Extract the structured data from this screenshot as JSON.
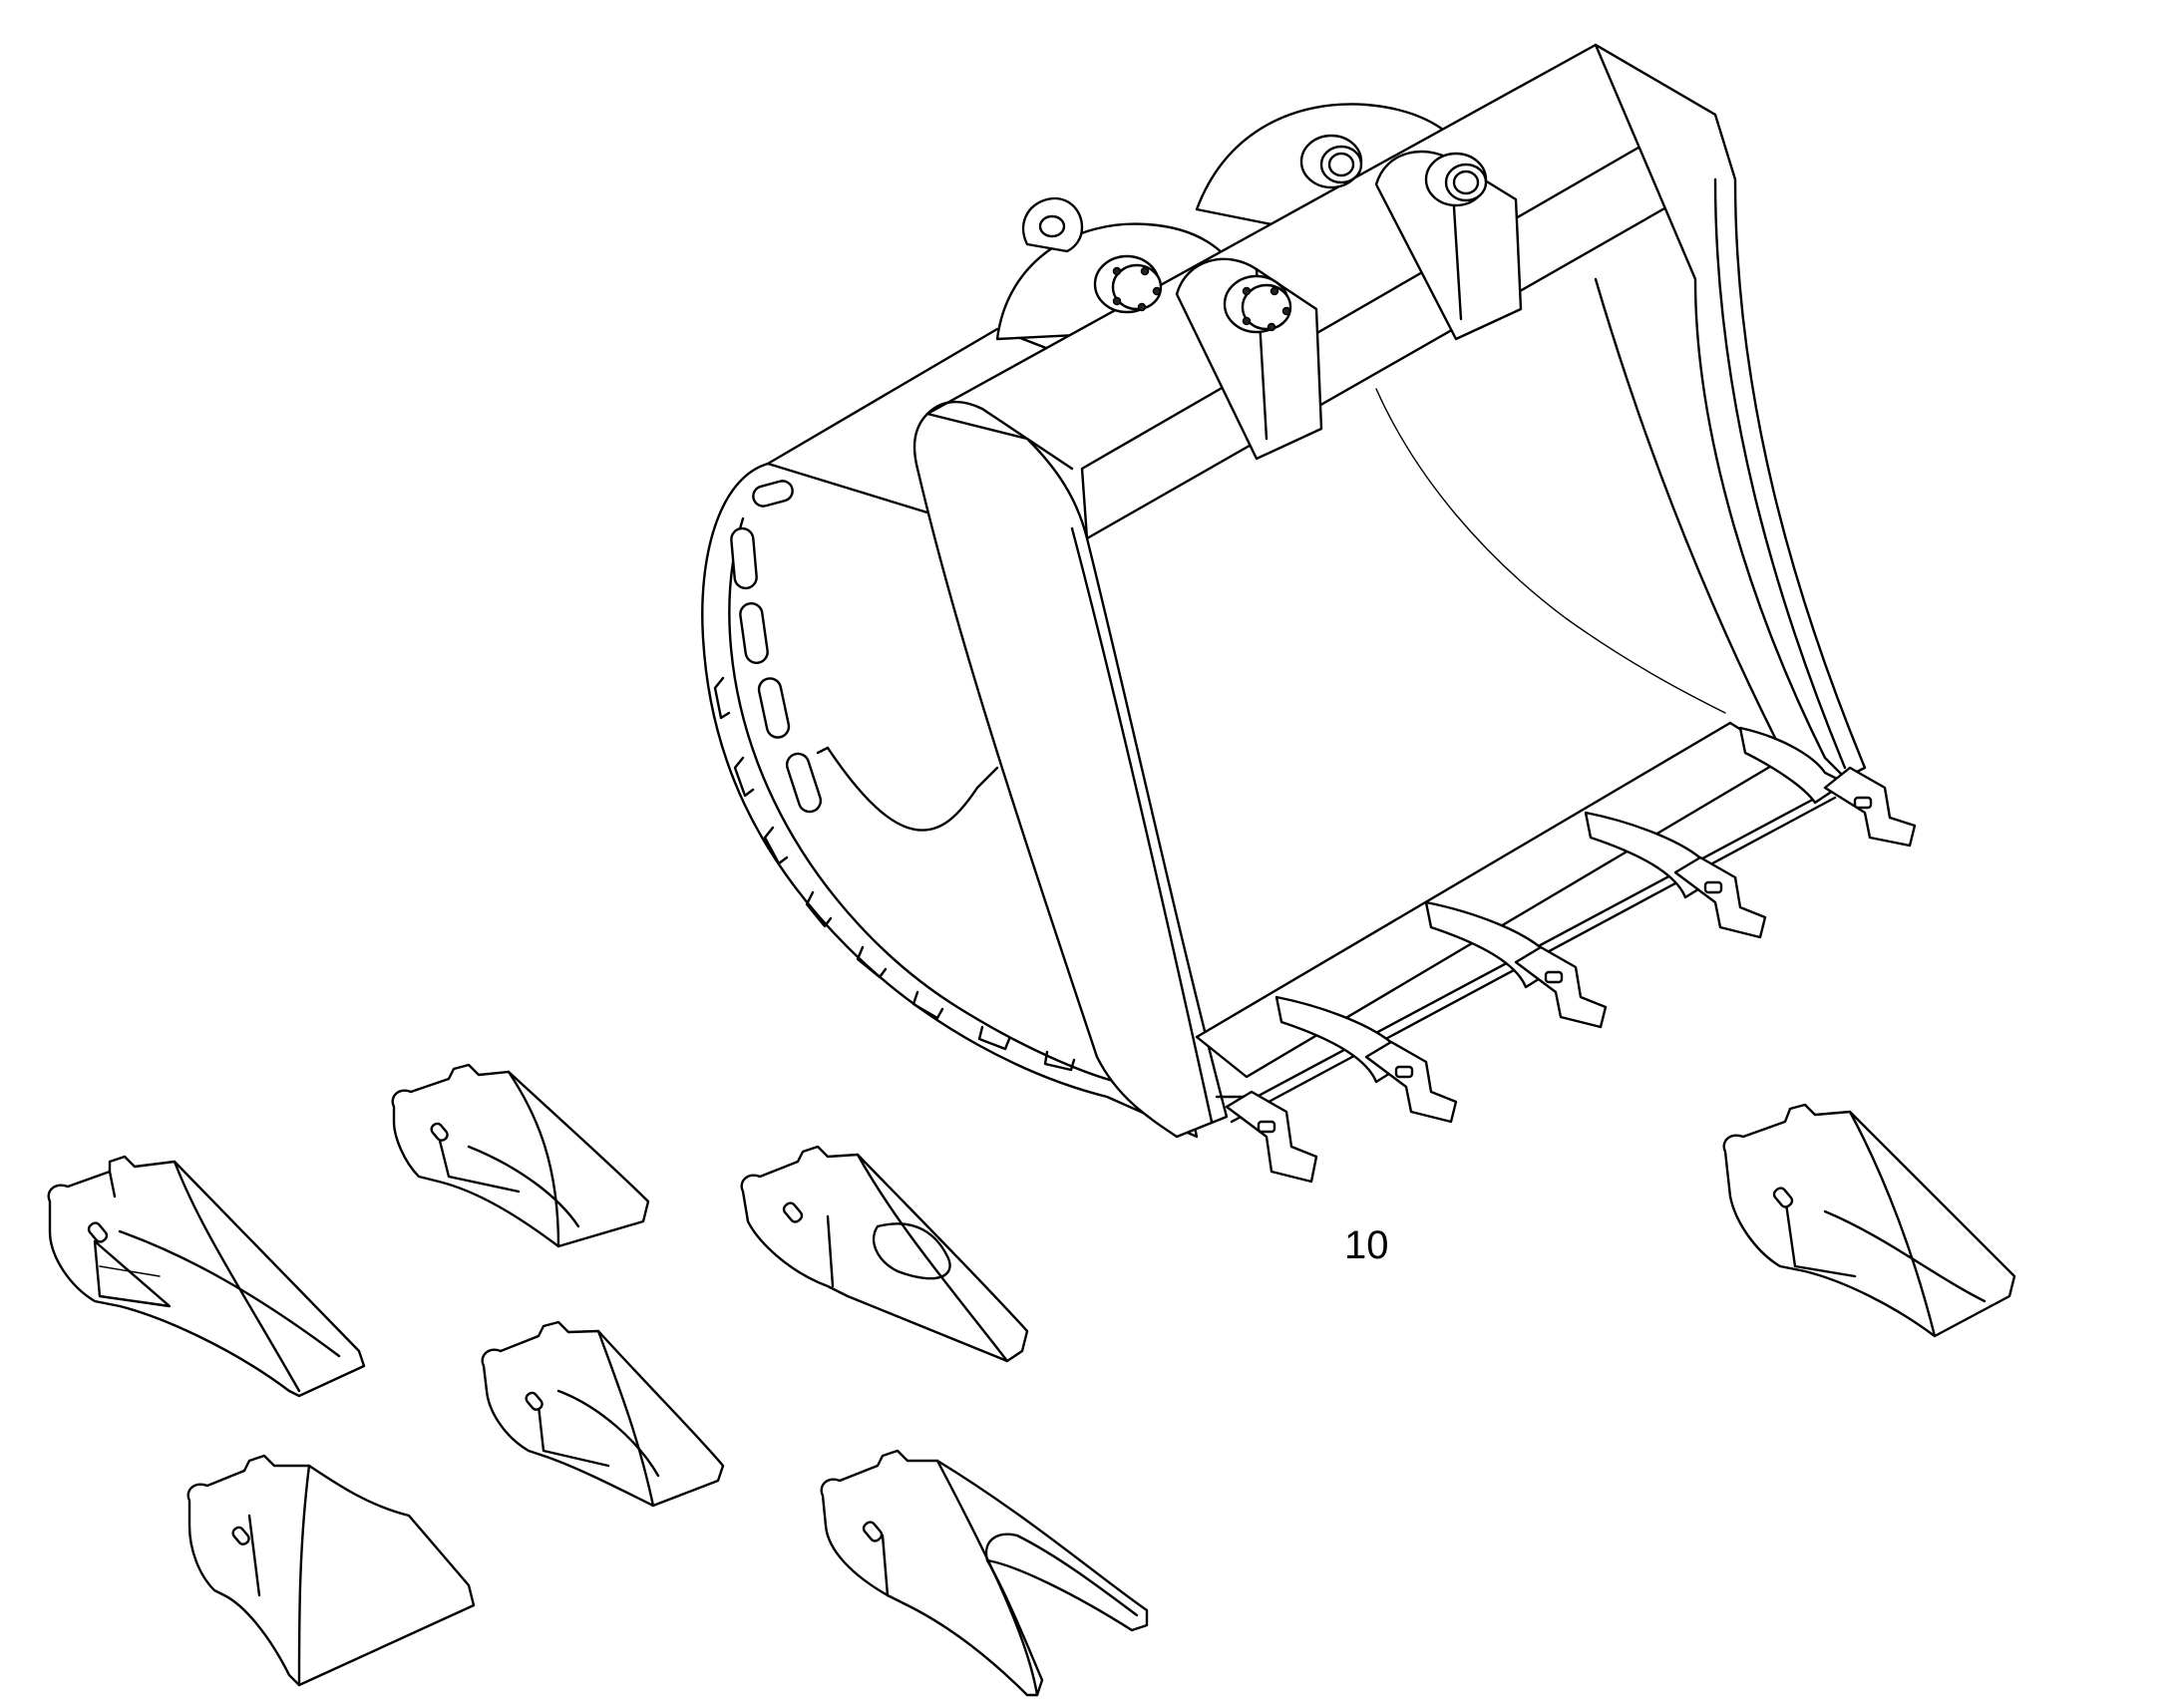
{
  "diagram": {
    "callouts": [
      {
        "label": "10",
        "part": "bucket"
      }
    ],
    "parts": [
      {
        "name": "excavator-bucket"
      },
      {
        "name": "tooth-wide-1"
      },
      {
        "name": "tooth-wide-2"
      },
      {
        "name": "tooth-rock-pointed"
      },
      {
        "name": "tooth-standard"
      },
      {
        "name": "tooth-flared"
      },
      {
        "name": "tooth-twin-tiger"
      },
      {
        "name": "tooth-wide-right"
      }
    ]
  },
  "colors": {
    "line": "#000000",
    "background": "#ffffff"
  }
}
